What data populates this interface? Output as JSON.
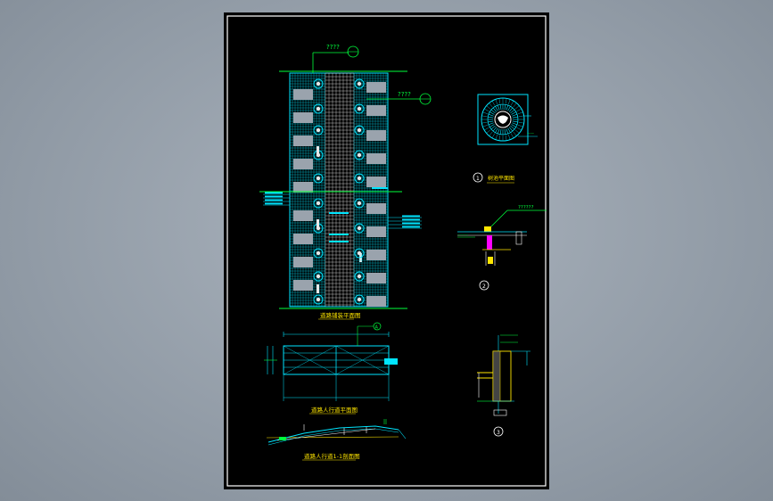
{
  "drawing": {
    "title_plan": "道路铺装平面图",
    "callout_1": "????",
    "callout_2": "????",
    "callout_3": "??????",
    "detail_1_title": "树池平面图",
    "section_title_1": "道路人行道平面图",
    "section_title_2": "道路人行道1-1剖面图",
    "marker_1": "1",
    "marker_2": "2",
    "marker_3": "3",
    "marker_A": "A"
  },
  "colors": {
    "sheet_bg": "#000000",
    "frame": "#ffffff",
    "line_cyan": "#00e5ff",
    "line_green": "#00ff3c",
    "line_white": "#e8e8e8",
    "line_yellow": "#ffe600",
    "line_magenta": "#ff00ff",
    "gray_block": "#9aa3ad"
  }
}
